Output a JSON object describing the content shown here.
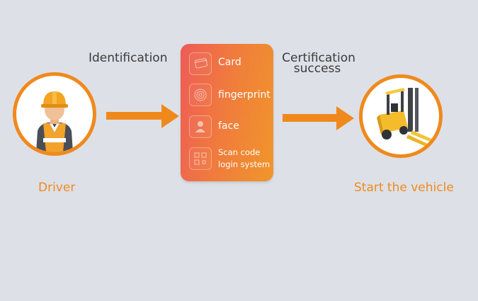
{
  "nodes": {
    "driver": {
      "label": "Driver",
      "icon": "driver-worker-icon"
    },
    "vehicle": {
      "label": "Start the vehicle",
      "icon": "forklift-icon"
    }
  },
  "edges": {
    "identification": {
      "label": "Identification"
    },
    "certification": {
      "line1": "Certification",
      "line2": "success"
    }
  },
  "methods": [
    {
      "label": "Card",
      "icon": "card-icon"
    },
    {
      "label": "fingerprint",
      "icon": "fingerprint-icon"
    },
    {
      "label": "face",
      "icon": "face-icon"
    },
    {
      "line1": "Scan code",
      "line2": "login system",
      "icon": "qr-code-icon"
    }
  ],
  "colors": {
    "accent": "#f0891c",
    "panel_start": "#ee5b57",
    "panel_end": "#f0962a",
    "background": "#dde0e7",
    "text_dark": "#3a3a3a"
  }
}
